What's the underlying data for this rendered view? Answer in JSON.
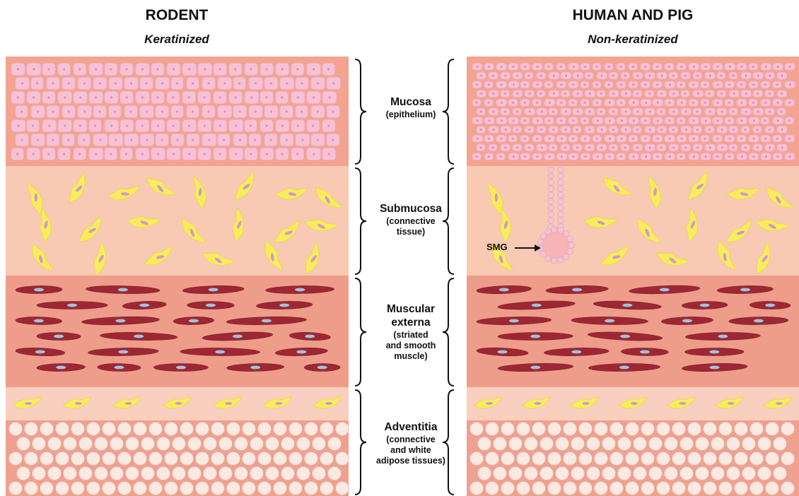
{
  "left_column": {
    "title": "RODENT",
    "subtitle": "Keratinized"
  },
  "right_column": {
    "title": "HUMAN AND PIG",
    "subtitle": "Non-keratinized"
  },
  "layers": [
    {
      "title": "Mucosa",
      "detail": [
        "(epithelium)"
      ]
    },
    {
      "title": "Submucosa",
      "detail": [
        "(connective",
        "tissue)"
      ]
    },
    {
      "title": "Muscular",
      "title2": "externa",
      "detail": [
        "(striated",
        "and smooth",
        "muscle)"
      ]
    },
    {
      "title": "Adventitia",
      "detail": [
        "(connective",
        "and white",
        "adipose tissues)"
      ]
    }
  ],
  "annotation": {
    "label": "SMG"
  },
  "colors": {
    "mucosa_bg": "#f2a491",
    "epithelial_cell": "#f7c2d6",
    "submucosa_bg": "#f8c9b3",
    "fibroblast": "#f8ec5c",
    "fibroblast_nucleus": "#c99bd2",
    "muscle_bg": "#ee9d8a",
    "muscle_fiber": "#9e2734",
    "muscle_nucleus": "#9ec4e0",
    "adventitia_band": "#f9d0bf",
    "adipose_bg": "#f0a08e",
    "adipocyte": "#fbe9e2"
  }
}
